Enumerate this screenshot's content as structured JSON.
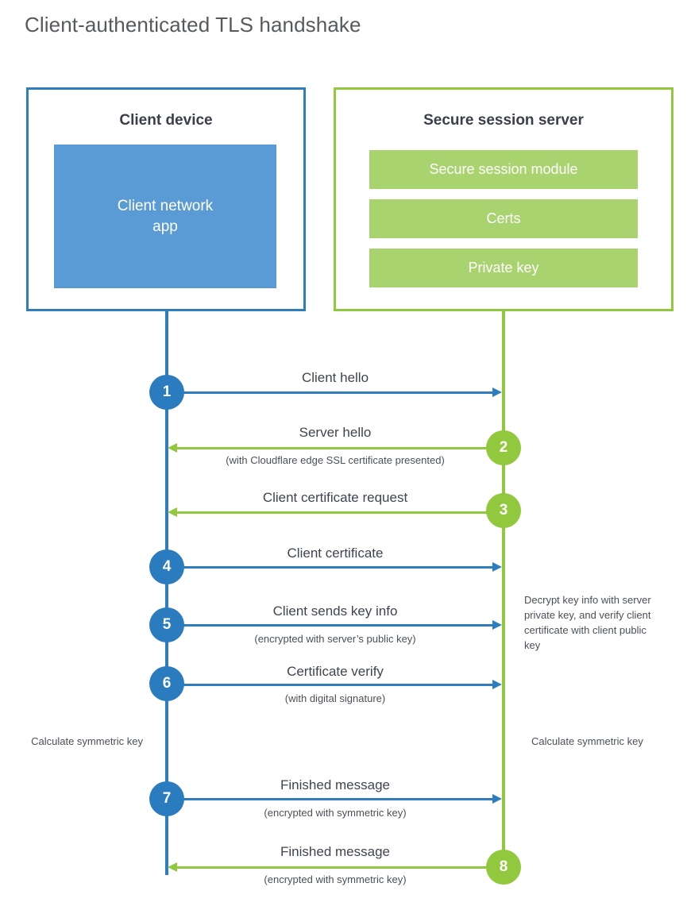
{
  "page": {
    "title": "Client-authenticated TLS handshake"
  },
  "colors": {
    "client_blue": "#2e7ebd",
    "client_app_fill": "#5b9bd5",
    "server_green": "#92c83e",
    "server_bar_fill": "#a9d36e",
    "text": "#3f4450"
  },
  "client": {
    "title": "Client device",
    "app_label": "Client network\napp"
  },
  "server": {
    "title": "Secure session server",
    "bars": [
      {
        "label": "Secure session module"
      },
      {
        "label": "Certs"
      },
      {
        "label": "Private key"
      }
    ]
  },
  "steps": [
    {
      "number": "1",
      "side": "client",
      "direction": "to-server",
      "label": "Client hello",
      "sub": ""
    },
    {
      "number": "2",
      "side": "server",
      "direction": "to-client",
      "label": "Server hello",
      "sub": "(with Cloudflare edge SSL certificate presented)"
    },
    {
      "number": "3",
      "side": "server",
      "direction": "to-client",
      "label": "Client certificate request",
      "sub": ""
    },
    {
      "number": "4",
      "side": "client",
      "direction": "to-server",
      "label": "Client certificate",
      "sub": ""
    },
    {
      "number": "5",
      "side": "client",
      "direction": "to-server",
      "label": "Client sends key info",
      "sub": "(encrypted with server’s public key)"
    },
    {
      "number": "6",
      "side": "client",
      "direction": "to-server",
      "label": "Certificate verify",
      "sub": "(with digital signature)"
    },
    {
      "number": "7",
      "side": "client",
      "direction": "to-server",
      "label": "Finished message",
      "sub": "(encrypted with symmetric key)"
    },
    {
      "number": "8",
      "side": "server",
      "direction": "to-client",
      "label": "Finished message",
      "sub": "(encrypted with symmetric key)"
    }
  ],
  "notes": {
    "server_decrypt": "Decrypt key info with server private key, and verify client certificate with client public key",
    "client_calculate": "Calculate symmetric key",
    "server_calculate": "Calculate symmetric key"
  }
}
